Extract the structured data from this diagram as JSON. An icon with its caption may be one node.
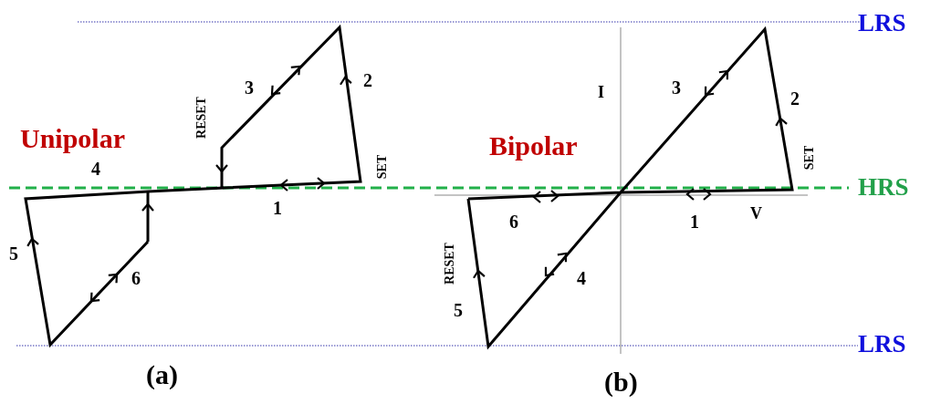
{
  "diagram": {
    "labels": [
      "LRS",
      "2",
      "3",
      "I",
      "3",
      "2",
      "RESET",
      "Unipolar",
      "Bipolar",
      "SET",
      "4",
      "SET",
      "HRS",
      "1",
      "V",
      "6",
      "1",
      "5",
      "6",
      "RESET",
      "4",
      "5",
      "LRS",
      "(a)",
      "(b)"
    ]
  }
}
